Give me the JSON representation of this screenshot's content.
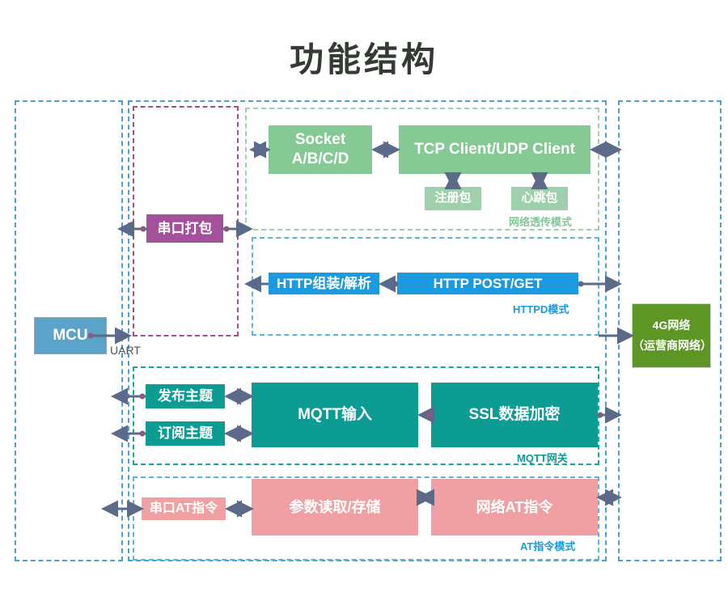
{
  "page": {
    "title": "功能结构",
    "background": "#ffffff"
  },
  "colors": {
    "title": "#333b33",
    "socket_green": "#85c995",
    "packet_green": "#9ed1ab",
    "http_blue": "#1b9ae0",
    "uart_purple": "#a3519a",
    "mcu_blue": "#5ba3c9",
    "mqtt_teal": "#0c9c93",
    "at_pink": "#f0a0a3",
    "network_olive": "#5d9624",
    "arrow": "#5a6a88",
    "dash_blue": "#4a9fd4",
    "dash_green": "#9ed0ae",
    "dash_teal": "#18a69a",
    "dash_purple": "#a34f8d"
  },
  "left_panel": {
    "mcu": {
      "label": "MCU"
    },
    "uart": {
      "label": "UART"
    }
  },
  "middle_panel": {
    "serial_pack": {
      "label": "串口打包"
    },
    "network_mode": {
      "caption": "网络透传模式",
      "socket": {
        "line1": "Socket",
        "line2": "A/B/C/D"
      },
      "client": {
        "label": "TCP Client/UDP Client"
      },
      "register_packet": {
        "label": "注册包"
      },
      "heartbeat_packet": {
        "label": "心跳包"
      }
    },
    "httpd_mode": {
      "caption": "HTTPD模式",
      "assemble": {
        "label": "HTTP组装/解析"
      },
      "postget": {
        "label": "HTTP POST/GET"
      }
    },
    "mqtt_mode": {
      "caption": "MQTT网关",
      "publish": {
        "label": "发布主题"
      },
      "subscribe": {
        "label": "订阅主题"
      },
      "input": {
        "label": "MQTT输入"
      },
      "ssl": {
        "label": "SSL数据加密"
      }
    },
    "at_mode": {
      "caption": "AT指令模式",
      "serial_at": {
        "label": "串口AT指令"
      },
      "param": {
        "label": "参数读取/存储"
      },
      "net_at": {
        "label": "网络AT指令"
      }
    }
  },
  "right_panel": {
    "network": {
      "line1": "4G网络",
      "line2": "（运营商网络）"
    }
  }
}
